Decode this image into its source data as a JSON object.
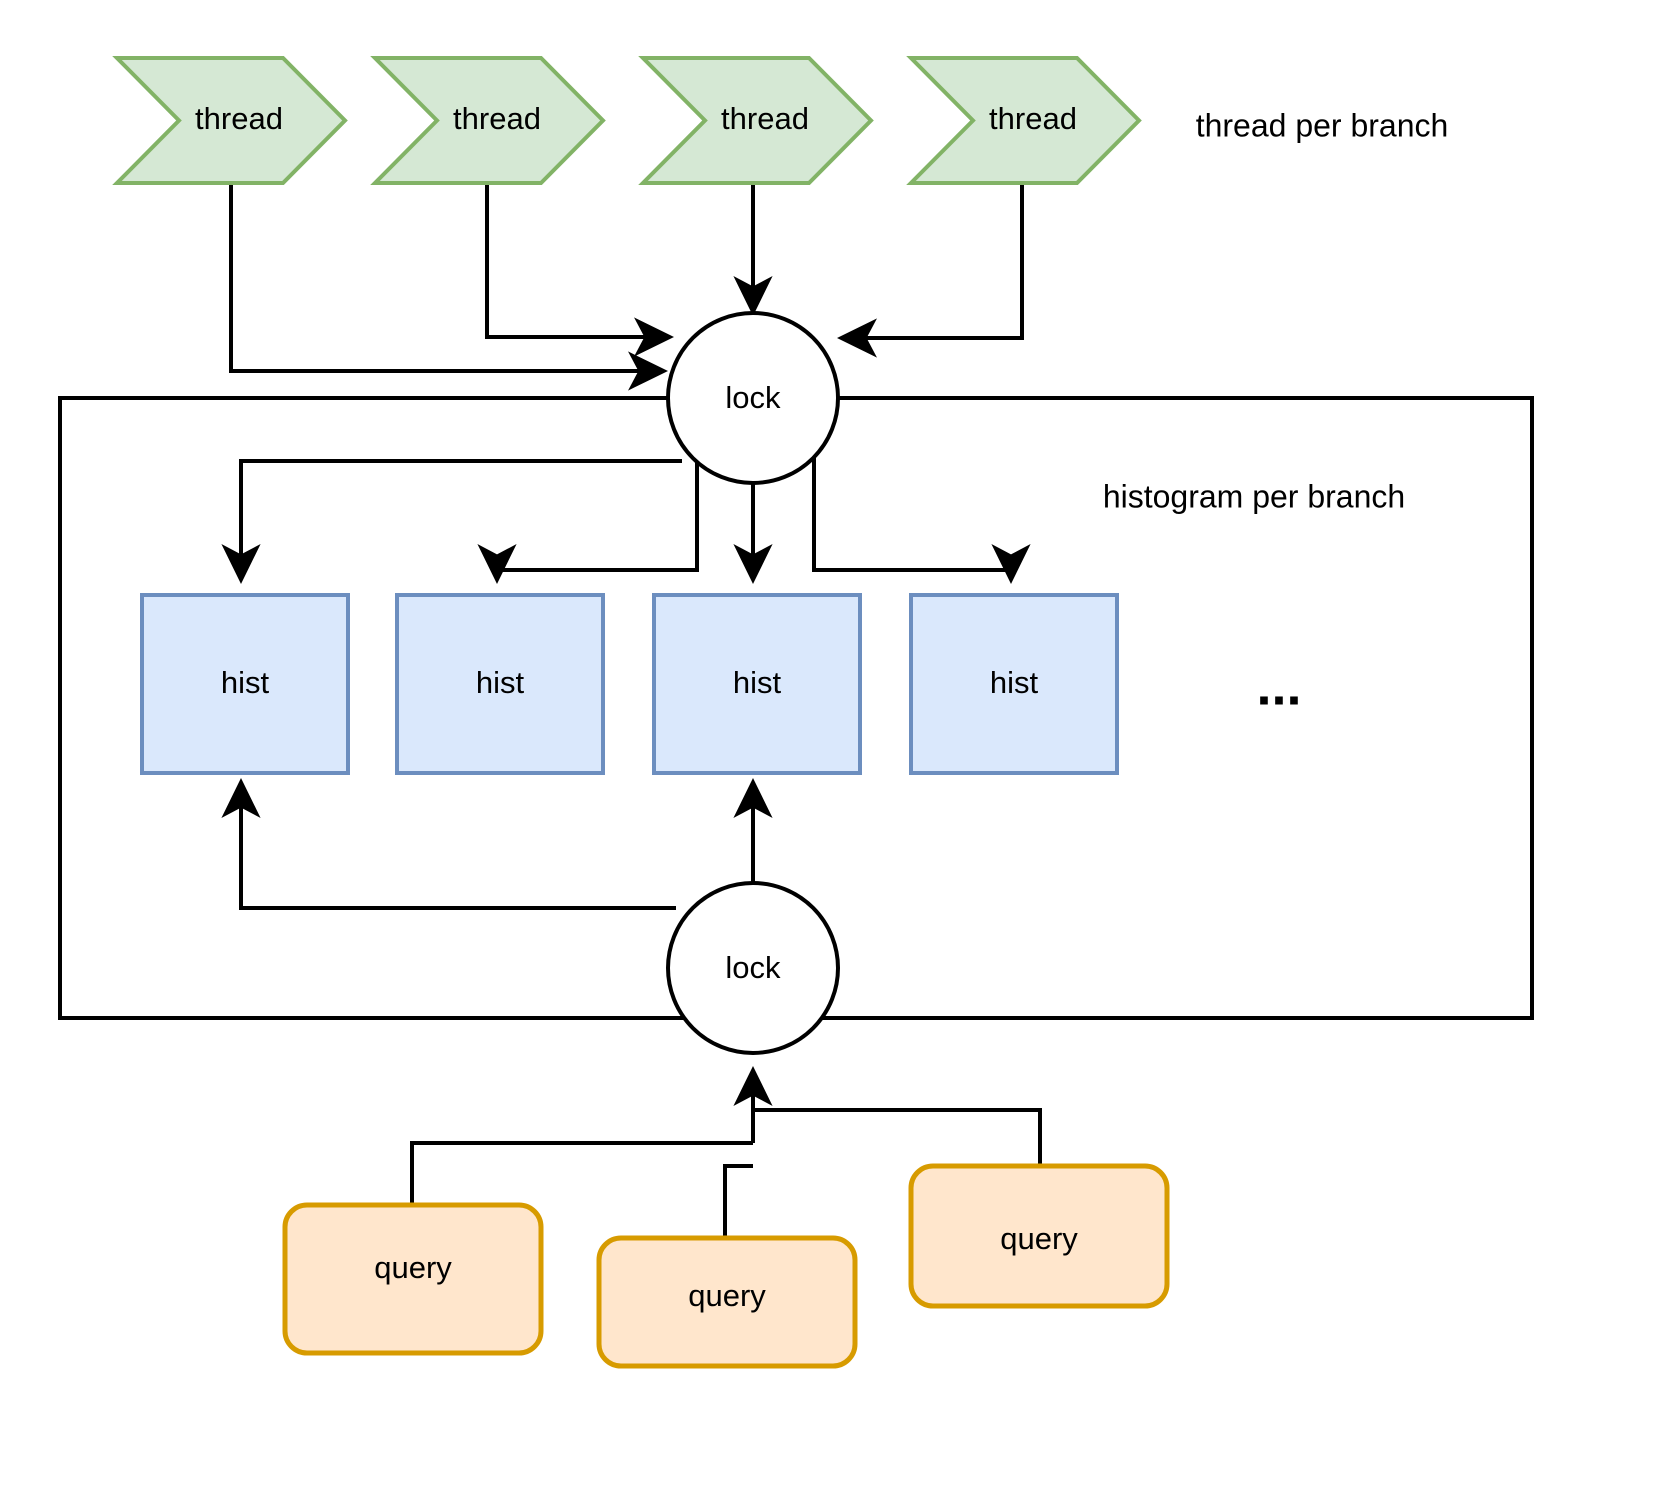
{
  "diagram": {
    "title": "thread / lock / histogram / query concurrency diagram",
    "colors": {
      "thread_fill": "#d5e8d4",
      "thread_stroke": "#82b366",
      "hist_fill": "#dae8fc",
      "hist_stroke": "#6c8ebf",
      "query_fill": "#ffe6cc",
      "query_stroke": "#d79b00",
      "lock_fill": "#ffffff",
      "lock_stroke": "#000000",
      "edge_stroke": "#000000",
      "container_stroke": "#000000",
      "background": "#ffffff",
      "text": "#000000"
    },
    "threads": [
      {
        "label": "thread"
      },
      {
        "label": "thread"
      },
      {
        "label": "thread"
      },
      {
        "label": "thread"
      }
    ],
    "locks": [
      {
        "label": "lock"
      },
      {
        "label": "lock"
      }
    ],
    "hists": [
      {
        "label": "hist"
      },
      {
        "label": "hist"
      },
      {
        "label": "hist"
      },
      {
        "label": "hist"
      }
    ],
    "queries": [
      {
        "label": "query"
      },
      {
        "label": "query"
      },
      {
        "label": "query"
      }
    ],
    "annotations": {
      "thread_per_branch": "thread per branch",
      "histogram_per_branch": "histogram per branch",
      "ellipsis": "..."
    }
  }
}
